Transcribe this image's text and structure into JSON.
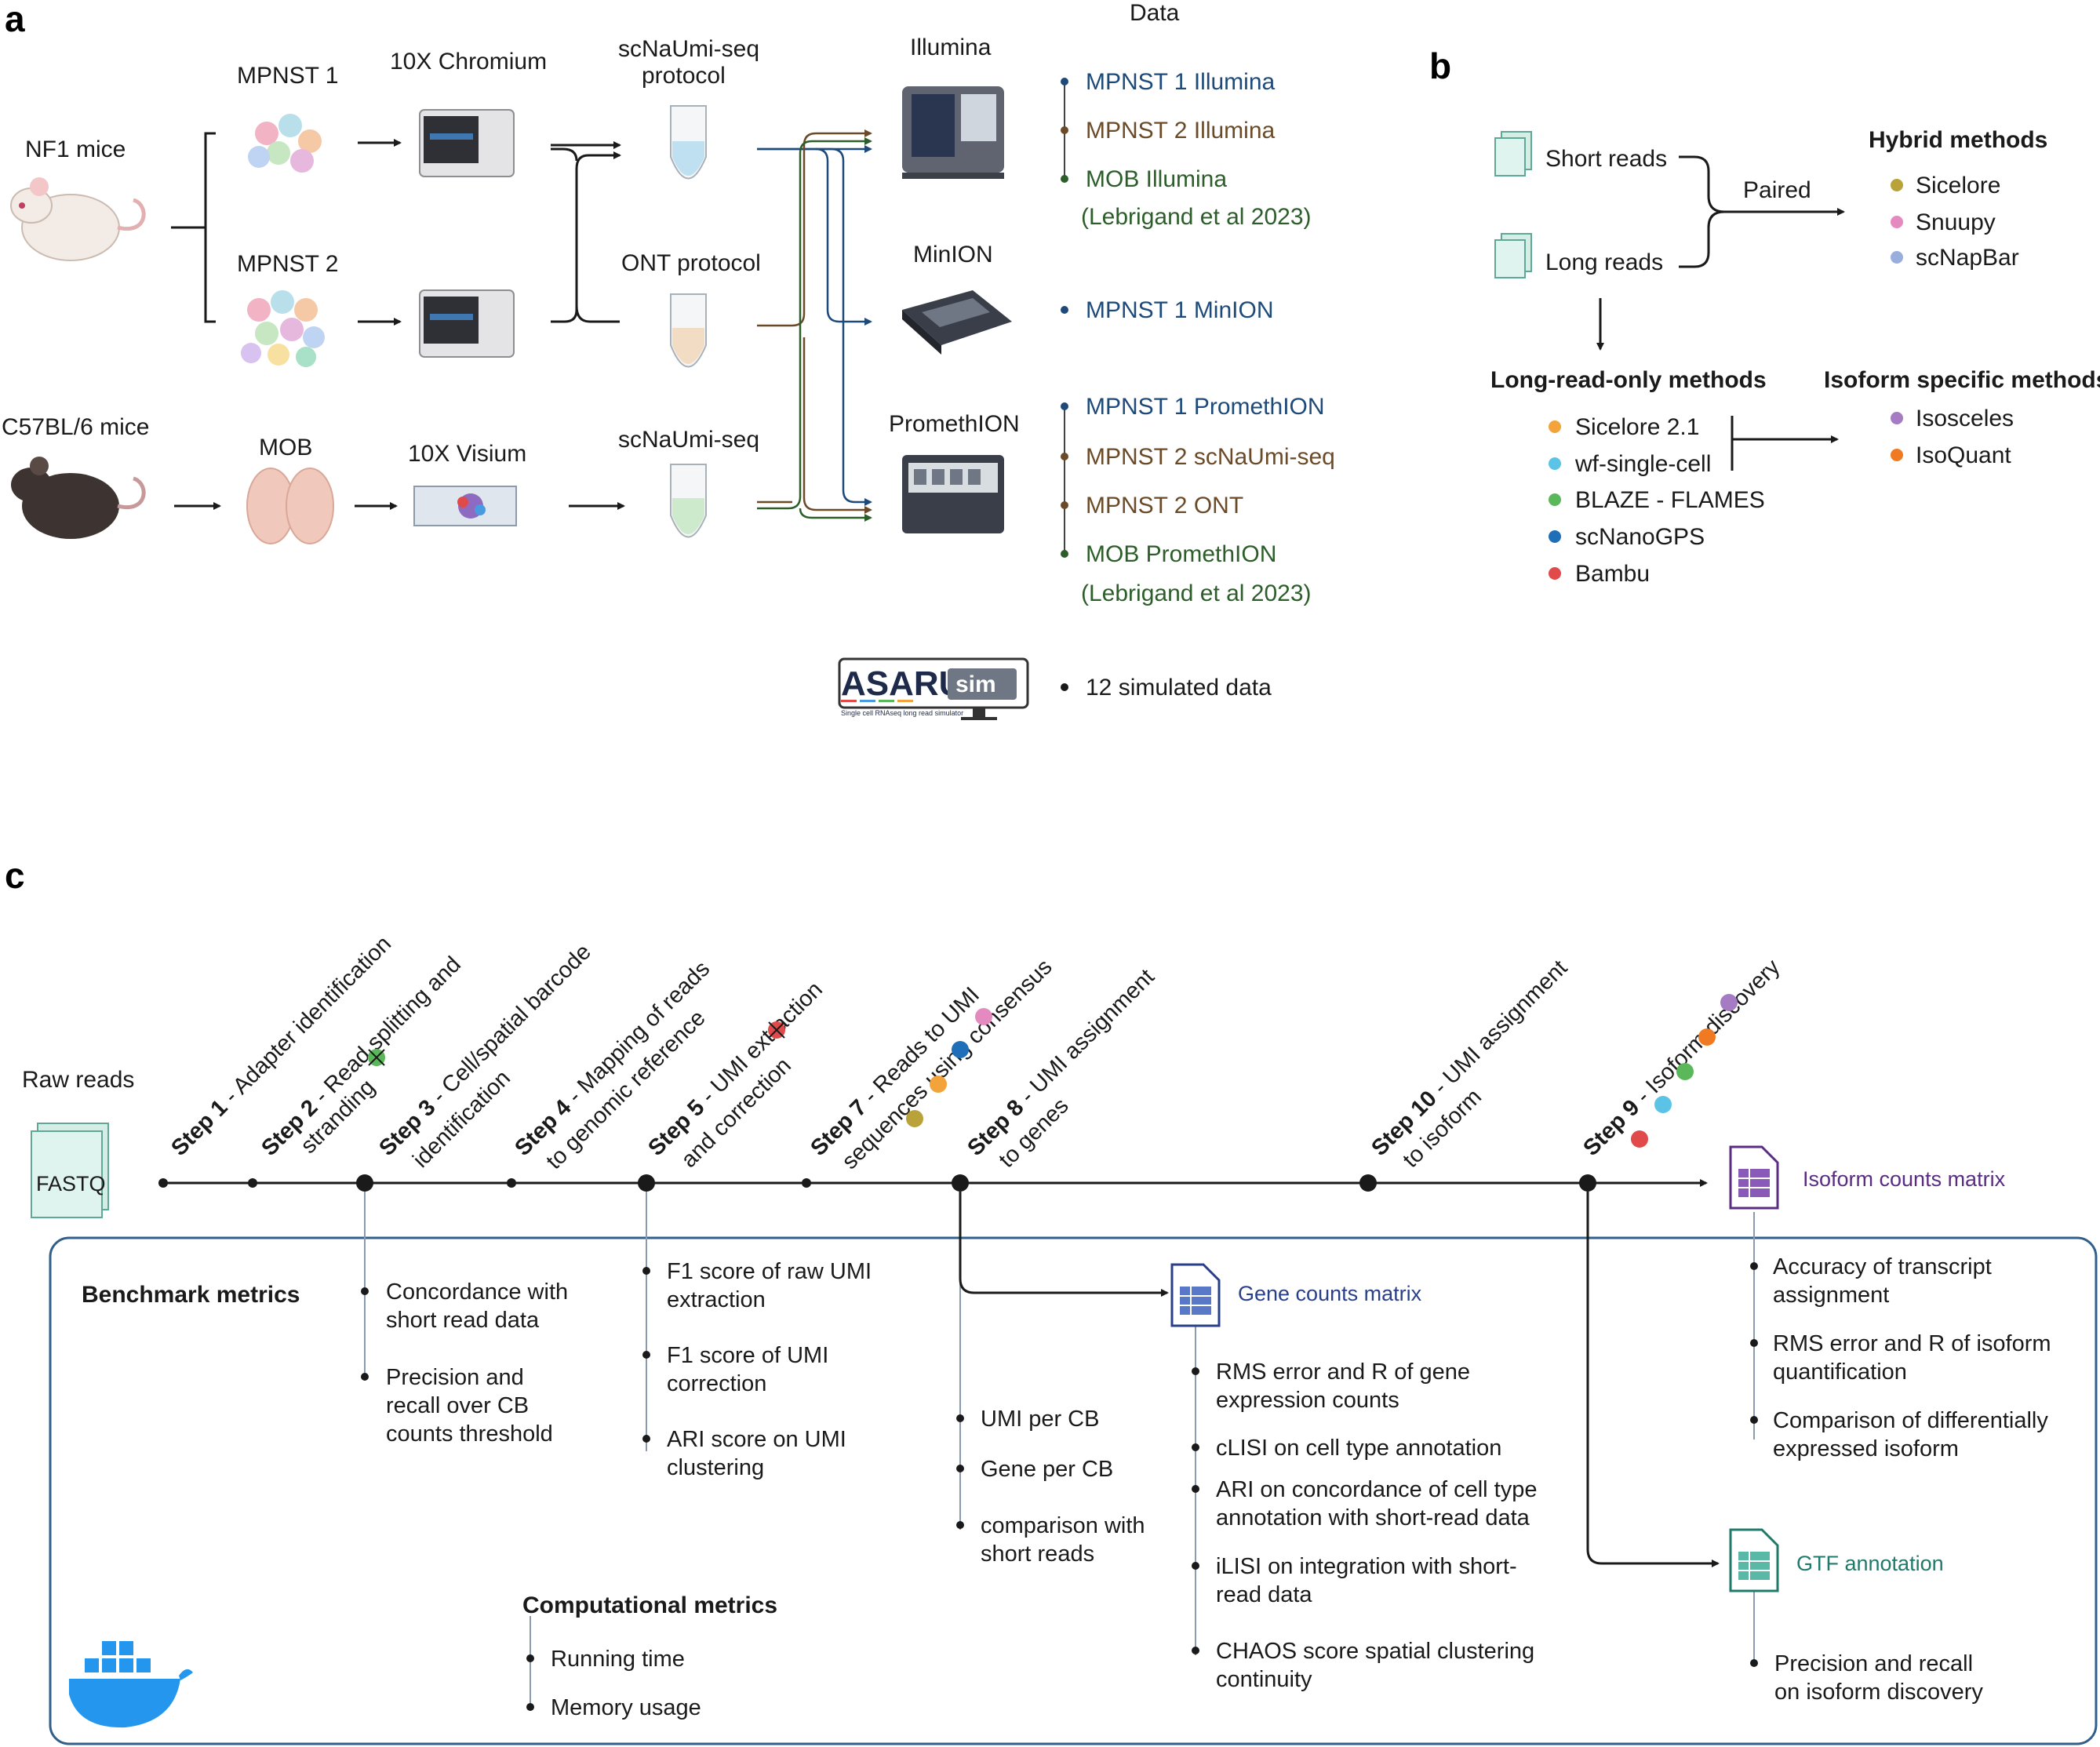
{
  "panel_a": {
    "letter": "a",
    "data_header": "Data",
    "samples": {
      "nf1_mice": "NF1 mice",
      "c57_mice": "C57BL/6 mice",
      "mpnst1": "MPNST 1",
      "mpnst2": "MPNST 2",
      "mob": "MOB"
    },
    "instruments": {
      "chromium": "10X Chromium",
      "visium": "10X Visium"
    },
    "protocols": {
      "scnaumi_protocol_line1": "scNaUmi-seq",
      "scnaumi_protocol_line2": "protocol",
      "ont_protocol": "ONT protocol",
      "scnaumi": "scNaUmi-seq"
    },
    "sequencers": {
      "illumina": "Illumina",
      "minion": "MinION",
      "promethion": "PromethION"
    },
    "datasets": {
      "illumina": [
        "MPNST 1 Illumina",
        "MPNST 2 Illumina",
        "MOB Illumina"
      ],
      "illumina_ref": "(Lebrigand et al 2023)",
      "minion": [
        "MPNST 1 MinION"
      ],
      "promethion": [
        "MPNST 1 PromethION",
        "MPNST 2 scNaUmi-seq",
        "MPNST 2 ONT",
        "MOB PromethION"
      ],
      "promethion_ref": "(Lebrigand et al 2023)",
      "simulated": "12 simulated data"
    },
    "asaru": {
      "name": "ASARU",
      "suffix": "sim",
      "tagline": "Single cell RNAseq long read simulator"
    },
    "colors": {
      "mpnst1": "#1e4a7a",
      "mpnst2": "#6b4a28",
      "mob": "#2c5e2a"
    }
  },
  "panel_b": {
    "letter": "b",
    "short_reads": "Short reads",
    "long_reads": "Long reads",
    "paired": "Paired",
    "hybrid_title": "Hybrid methods",
    "hybrid": [
      {
        "name": "Sicelore",
        "color": "#b9a23a"
      },
      {
        "name": "Snuupy",
        "color": "#e58ac0"
      },
      {
        "name": "scNapBar",
        "color": "#9aaede"
      }
    ],
    "longonly_title": "Long-read-only methods",
    "longonly": [
      {
        "name": "Sicelore 2.1",
        "color": "#f2a33a"
      },
      {
        "name": "wf-single-cell",
        "color": "#5bc4e6"
      },
      {
        "name": "BLAZE - FLAMES",
        "color": "#5bb85a"
      },
      {
        "name": "scNanoGPS",
        "color": "#1f6fb8"
      },
      {
        "name": "Bambu",
        "color": "#e04a4a"
      }
    ],
    "isoform_title": "Isoform specific methods",
    "isoform": [
      {
        "name": "Isosceles",
        "color": "#a57bc4"
      },
      {
        "name": "IsoQuant",
        "color": "#f07a22"
      }
    ]
  },
  "panel_c": {
    "letter": "c",
    "raw_reads": "Raw reads",
    "fastq": "FASTQ",
    "steps": [
      {
        "num": "Step 1",
        "text": " - Adapter identification",
        "line2": ""
      },
      {
        "num": "Step 2",
        "text": " - Read splitting and",
        "line2": "stranding"
      },
      {
        "num": "Step 3",
        "text": " - Cell/spatial barcode",
        "line2": "identification"
      },
      {
        "num": "Step 4",
        "text": " - Mapping of reads",
        "line2": "to genomic reference"
      },
      {
        "num": "Step 5",
        "text": " - UMI extraction",
        "line2": "and correction"
      },
      {
        "num": "Step 7",
        "text": " - Reads to UMI",
        "line2": "sequences using consensus"
      },
      {
        "num": "Step 8",
        "text": " - UMI assignment",
        "line2": "to genes"
      },
      {
        "num": "Step 10",
        "text": " - UMI assignment",
        "line2": "to isoform"
      },
      {
        "num": "Step 9",
        "text": " - Isoform discovery",
        "line2": ""
      }
    ],
    "outputs": {
      "isoform_matrix": "Isoform counts matrix",
      "gene_matrix": "Gene counts matrix",
      "gtf": "GTF annotation"
    },
    "benchmark_title": "Benchmark metrics",
    "metrics": {
      "barcode": [
        "Concordance with|short read data",
        "Precision and|recall over CB|counts threshold"
      ],
      "umi": [
        "F1 score  of raw UMI|extraction",
        "F1 score of  UMI|correction",
        "ARI score on UMI|clustering"
      ],
      "genes": [
        "UMI per CB",
        "Gene per CB",
        "comparison with|short reads"
      ],
      "gene_matrix": [
        "RMS error and R of gene|expression counts",
        "cLISI on cell type annotation",
        "ARI on concordance of cell type|annotation with short-read data",
        "iLISI on integration with short-|read data",
        "CHAOS score spatial clustering|continuity"
      ],
      "isoform_matrix": [
        "Accuracy of transcript|assignment",
        "RMS error and  R of isoform|quantification",
        "Comparison of differentially|expressed isoform"
      ],
      "gtf": [
        "Precision and recall|on isoform discovery"
      ]
    },
    "computational_title": "Computational metrics",
    "computational": [
      "Running time",
      "Memory usage"
    ],
    "colors": {
      "purple": "#5a2d82",
      "navy": "#2a3f8a",
      "teal": "#1f7a6a",
      "frame": "#2f5f8a"
    }
  }
}
